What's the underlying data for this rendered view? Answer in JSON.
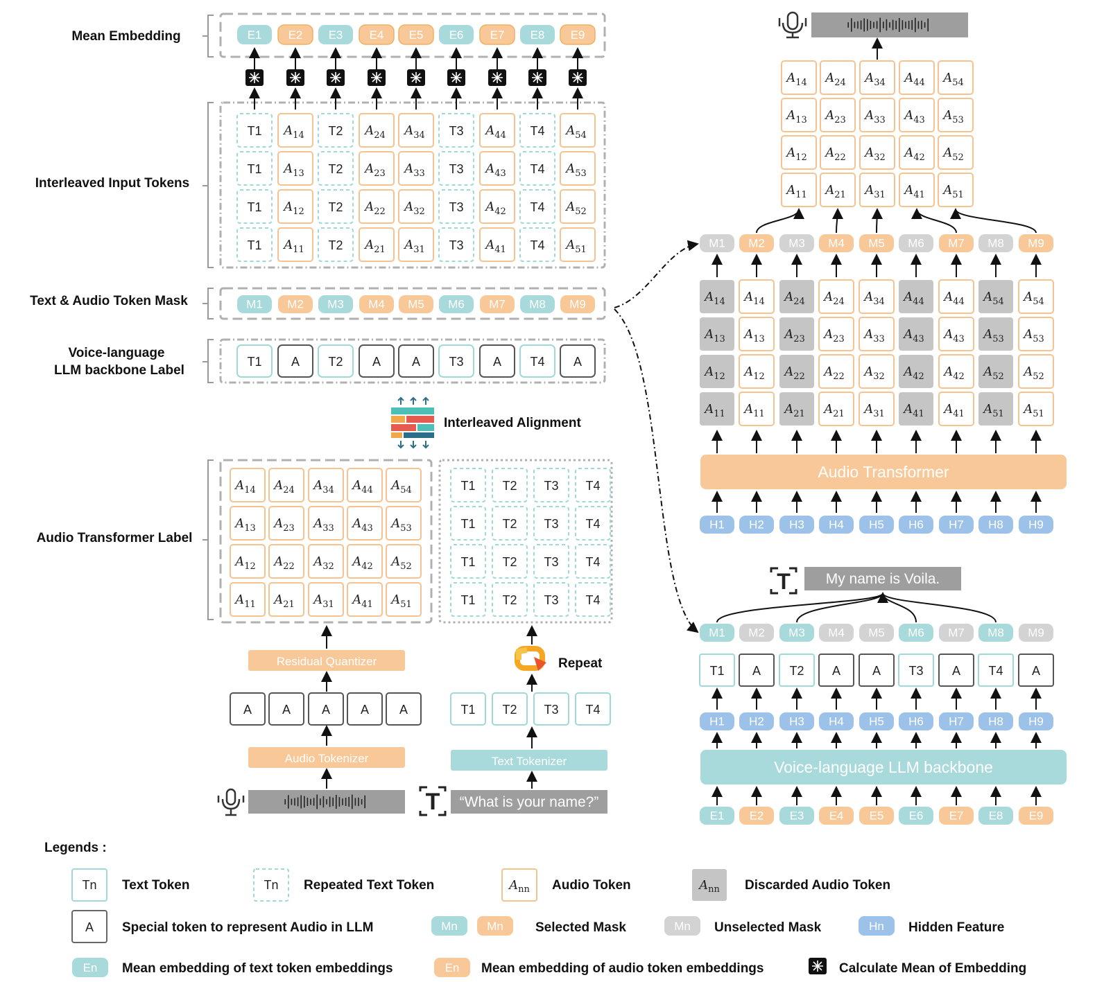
{
  "labels": {
    "mean_embedding": "Mean Embedding",
    "interleaved_input_tokens": "Interleaved Input Tokens",
    "token_mask": "Text & Audio Token Mask",
    "llm_label_line1": "Voice-language",
    "llm_label_line2": "LLM backbone Label",
    "interleaved_alignment": "Interleaved Alignment",
    "audio_transformer_label": "Audio Transformer Label",
    "residual_quantizer": "Residual Quantizer",
    "audio_tokenizer": "Audio Tokenizer",
    "text_tokenizer": "Text Tokenizer",
    "repeat": "Repeat",
    "text_input": "“What is your name?”",
    "audio_transformer": "Audio Transformer",
    "llm_backbone": "Voice-language LLM backbone",
    "text_output": "My name is Voila."
  },
  "tokens": {
    "E": [
      "E1",
      "E2",
      "E3",
      "E4",
      "E5",
      "E6",
      "E7",
      "E8",
      "E9"
    ],
    "M": [
      "M1",
      "M2",
      "M3",
      "M4",
      "M5",
      "M6",
      "M7",
      "M8",
      "M9"
    ],
    "H": [
      "H1",
      "H2",
      "H3",
      "H4",
      "H5",
      "H6",
      "H7",
      "H8",
      "H9"
    ],
    "T": [
      "T1",
      "T2",
      "T3",
      "T4"
    ],
    "audio_special": "A",
    "interleave_kinds": [
      "T",
      "A",
      "T",
      "A",
      "A",
      "T",
      "A",
      "T",
      "A"
    ]
  },
  "legend": {
    "title": "Legends :",
    "text_token_sym": "Tn",
    "text_token": "Text Token",
    "repeated_sym": "Tn",
    "repeated": "Repeated Text Token",
    "audio_token": "Audio Token",
    "discarded": "Discarded Audio Token",
    "special_sym": "A",
    "special": "Special token to represent Audio in LLM",
    "mask_sym": "Mn",
    "selected_mask": "Selected Mask",
    "unselected_sym": "Mn",
    "unselected_mask": "Unselected Mask",
    "hidden_sym": "Hn",
    "hidden_feature": "Hidden Feature",
    "en_sym": "En",
    "mean_text": "Mean embedding of text token embeddings",
    "mean_audio": "Mean embedding of audio token embeddings",
    "calc_mean": "Calculate Mean of  Embedding"
  },
  "colors": {
    "text": "#a8dadc",
    "text_stroke": "#9fd8d8",
    "audio": "#f8c898",
    "audio_stroke": "#f6c28f",
    "gray": "#d3d3d3",
    "hidden": "#9dc2ea",
    "discard": "#c5c5c5",
    "wave": "#9e9e9e"
  }
}
